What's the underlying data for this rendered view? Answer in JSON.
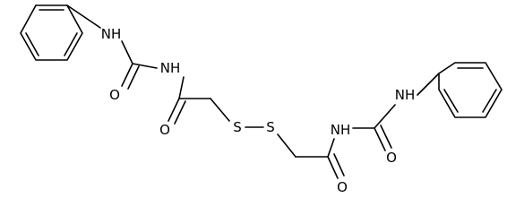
{
  "molecule": {
    "atoms": {
      "nh_left_amine": "NH",
      "o_left_urea": "O",
      "nh_left_imide": "NH",
      "o_left_acyl": "O",
      "s_left": "S",
      "s_right": "S",
      "nh_right_imide": "NH",
      "o_right_acyl": "O",
      "o_right_urea": "O",
      "nh_right_amine": "NH"
    }
  },
  "colors": {
    "bond": "#000000",
    "label": "#000000",
    "background": "#ffffff"
  }
}
